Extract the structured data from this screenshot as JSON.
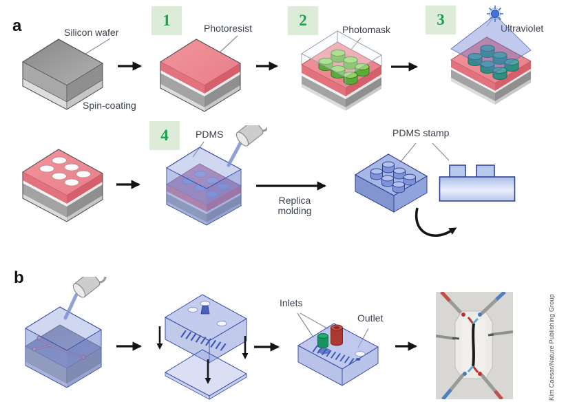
{
  "panel_a": {
    "label": "a",
    "badges": [
      "1",
      "2",
      "3",
      "4"
    ],
    "silicon_wafer_label": "Silicon wafer",
    "spin_coating_label": "Spin-coating",
    "photoresist_label": "Photoresist",
    "photomask_label": "Photomask",
    "ultraviolet_label": "Ultraviolet",
    "pdms_label": "PDMS",
    "replica_molding_label": "Replica molding",
    "pdms_stamp_label": "PDMS stamp"
  },
  "panel_b": {
    "label": "b",
    "inlets_label": "Inlets",
    "outlet_label": "Outlet"
  },
  "credit": "Kim Caesar/Nature Publishing Group",
  "colors": {
    "badge_bg": "#dcecd9",
    "badge_text": "#1ba24e",
    "silicon_gray": "#9a9a9a",
    "photoresist_pink": "#ee8e96",
    "pdms_blue": "#8296d8",
    "mask_green": "#6bbf45",
    "uv_blue": "#3f74d4",
    "inlet_green": "#18935f",
    "inlet_red": "#ad3832",
    "channel_red": "#b84a42",
    "arrow_black": "#141414",
    "label_text": "#39404e"
  },
  "icons": {
    "uv_lamp": "star-burst-lamp",
    "pour_cup": "mug-pouring",
    "flow_arrow": "right-arrow",
    "flip_arrow": "curved-flip-arrow",
    "bond_arrow": "down-arrow"
  }
}
